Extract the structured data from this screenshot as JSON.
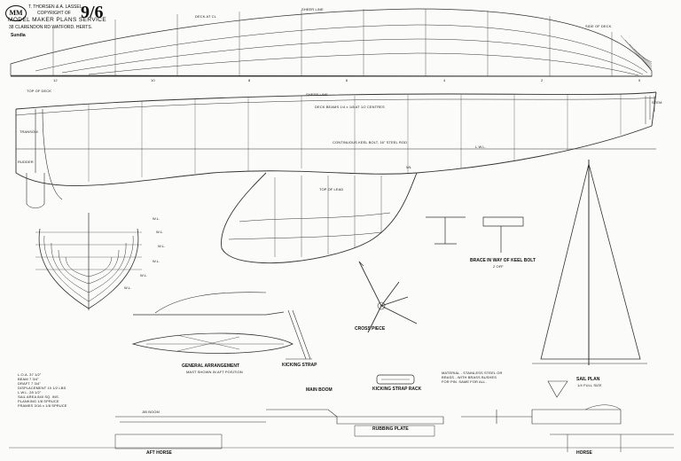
{
  "title_block": {
    "logo": "MM",
    "authors": "T. THORSEN & A. LASSEL",
    "copyright": "COPYRIGHT OF",
    "publisher": "MODEL MAKER PLANS SERVICE",
    "address": "38 CLARENDON RD WATFORD. HERTS.",
    "plan_number": "9/6",
    "design_name": "Sundia"
  },
  "deck_plan": {
    "labels": {
      "top": "SHEER LINE",
      "side_left": "DECK AT CL",
      "side_right": "SIDE OF DECK"
    }
  },
  "profile": {
    "labels": {
      "top_deck": "TOP OF DECK",
      "sheer_line": "SHEER LINE",
      "deck_beams": "DECK BEAMS 1/4 x 1/8 AT 1/2 CENTRES",
      "lead_keel": "CONTINUOUS KEEL BOLT, 16\" STEEL ROD",
      "top_of_lead": "TOP OF LEAD",
      "stem": "STEM",
      "rudder": "RUDDER",
      "transom": "TRANSOM",
      "waterline": "L.W.L.",
      "waterline_number": "WL"
    }
  },
  "body_plan": {
    "stations": [
      "W.L.",
      "W.L.",
      "W.L.",
      "W.L.",
      "W.L.",
      "W.L."
    ]
  },
  "general_arrangement": {
    "caption": "GENERAL ARRANGEMENT",
    "subcaption": "MAST SHOWN IN AFT POSITION"
  },
  "details": {
    "kicking_strap": "KICKING STRAP",
    "main_boom": "MAIN BOOM",
    "cross_piece": "CROSS PIECE",
    "kicking_strap_rack": "KICKING STRAP RACK",
    "brace_in_way": "BRACE IN WAY OF KEEL BOLT",
    "brace_off": "2 OFF",
    "jib_boom": "JIB BOOM",
    "rubbing_plate": "RUBBING PLATE",
    "aft_horse": "AFT HORSE",
    "horse": "HORSE"
  },
  "sail_plan": {
    "caption": "SAIL PLAN",
    "scale": "1/4 FULL SIZE"
  },
  "material_note": [
    "MATERIAL - STAINLESS STEEL OR",
    "BRASS - WITH BRASS BUSHES",
    "FOR PIN. SAME FOR ALL."
  ],
  "particulars": [
    "L.O.A.  37 1/2\"",
    "BEAM  7 3/4\"",
    "DRAFT  7 3/4\"",
    "DISPLACEMENT  10 1/2 LBS",
    "L.W.L.  28 1/2\"",
    "SAIL AREA  840 SQ. INS.",
    "PLANKING 1/8 SPRUCE",
    "FRAMES 3/16 x 1/8 SPRUCE"
  ],
  "section_numbers": [
    "12",
    "10",
    "8",
    "6",
    "4",
    "2",
    "0"
  ]
}
